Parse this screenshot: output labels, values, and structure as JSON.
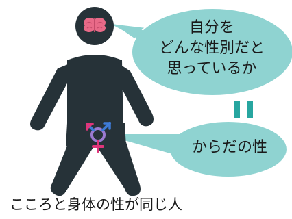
{
  "bubble_top": {
    "lines": [
      "自分を",
      "どんな性別だと",
      "思っているか"
    ]
  },
  "equals_icon": "equals-sign",
  "bubble_bottom": {
    "text": "からだの性"
  },
  "caption": "こころと身体の性が同じ人",
  "icons": {
    "brain": "brain-icon",
    "gender_symbol": "transgender-symbol-icon"
  },
  "colors": {
    "figure": "#263238",
    "bubble": "#8fd3d1",
    "brain": "#e86a88",
    "equals": "#27a6a0",
    "symbol_blue": "#3e7bd6",
    "symbol_pink": "#e0357a",
    "symbol_ring": "#9a7ad0"
  }
}
